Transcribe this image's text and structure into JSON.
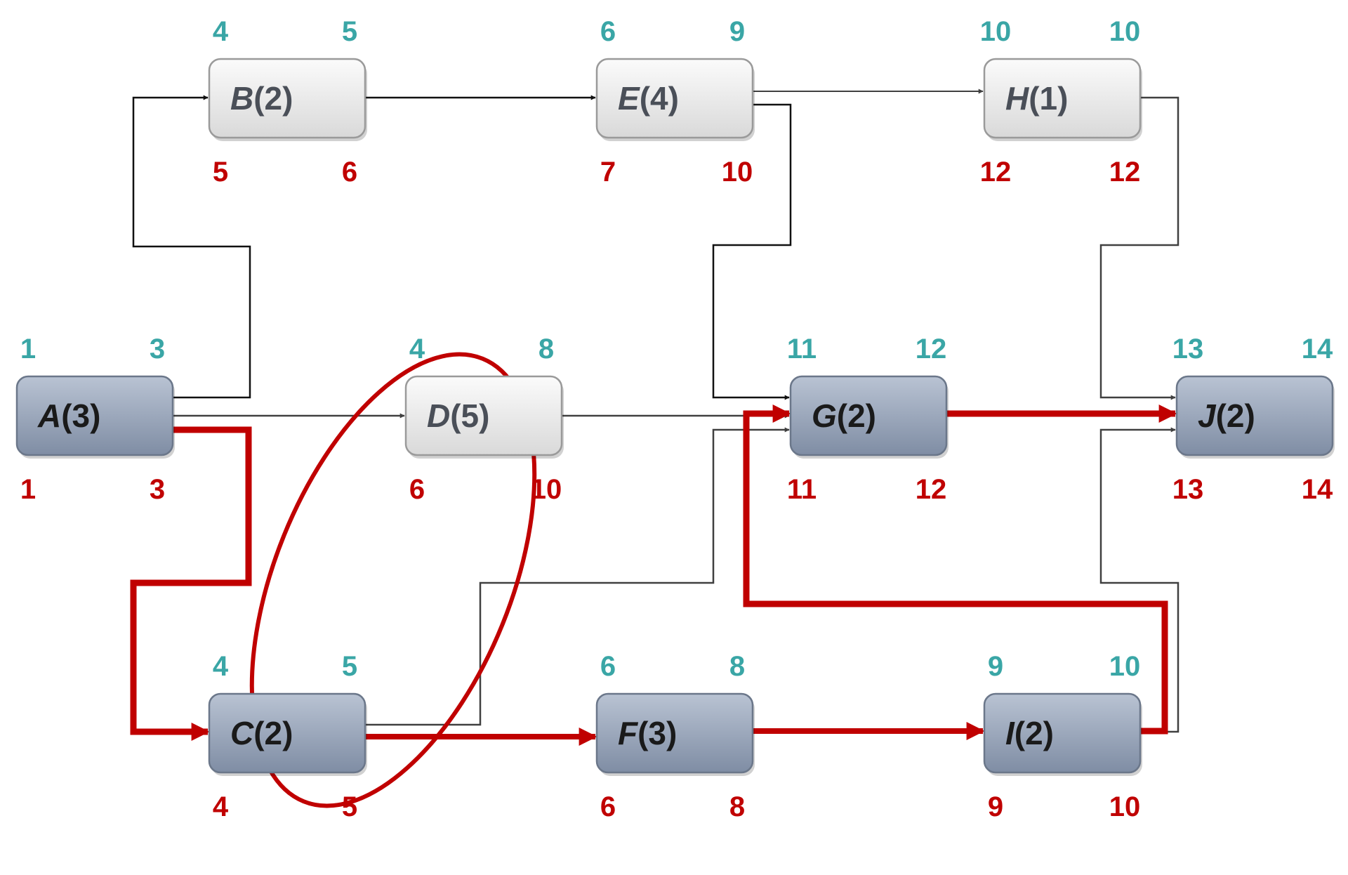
{
  "colors": {
    "early": "#3aa6a6",
    "late": "#c00000",
    "critical": "#c00000",
    "link": "#404040",
    "critical_fill_top": "#b9c3d3",
    "critical_fill_bottom": "#7f8da4",
    "normal_fill_top": "#fbfbfb",
    "normal_fill_bottom": "#d9d9d9"
  },
  "nodes": [
    {
      "id": "A",
      "label": "A",
      "duration": "(3)",
      "es": "1",
      "ef": "3",
      "ls": "1",
      "lf": "3",
      "critical": true
    },
    {
      "id": "B",
      "label": "B",
      "duration": "(2)",
      "es": "4",
      "ef": "5",
      "ls": "5",
      "lf": "6",
      "critical": false
    },
    {
      "id": "C",
      "label": "C",
      "duration": "(2)",
      "es": "4",
      "ef": "5",
      "ls": "4",
      "lf": "5",
      "critical": true
    },
    {
      "id": "D",
      "label": "D",
      "duration": "(5)",
      "es": "4",
      "ef": "8",
      "ls": "6",
      "lf": "10",
      "critical": false
    },
    {
      "id": "E",
      "label": "E",
      "duration": "(4)",
      "es": "6",
      "ef": "9",
      "ls": "7",
      "lf": "10",
      "critical": false
    },
    {
      "id": "F",
      "label": "F",
      "duration": "(3)",
      "es": "6",
      "ef": "8",
      "ls": "6",
      "lf": "8",
      "critical": true
    },
    {
      "id": "G",
      "label": "G",
      "duration": "(2)",
      "es": "11",
      "ef": "12",
      "ls": "11",
      "lf": "12",
      "critical": true
    },
    {
      "id": "H",
      "label": "H",
      "duration": "(1)",
      "es": "10",
      "ef": "10",
      "ls": "12",
      "lf": "12",
      "critical": false
    },
    {
      "id": "I",
      "label": "I",
      "duration": "(2)",
      "es": "9",
      "ef": "10",
      "ls": "9",
      "lf": "10",
      "critical": true
    },
    {
      "id": "J",
      "label": "J",
      "duration": "(2)",
      "es": "13",
      "ef": "14",
      "ls": "13",
      "lf": "14",
      "critical": true
    }
  ],
  "edges": [
    {
      "from": "A",
      "to": "B",
      "critical": false
    },
    {
      "from": "A",
      "to": "D",
      "critical": false
    },
    {
      "from": "A",
      "to": "C",
      "critical": true
    },
    {
      "from": "B",
      "to": "E",
      "critical": false
    },
    {
      "from": "E",
      "to": "H",
      "critical": false
    },
    {
      "from": "E",
      "to": "G",
      "critical": false
    },
    {
      "from": "D",
      "to": "G",
      "critical": false
    },
    {
      "from": "C",
      "to": "F",
      "critical": true
    },
    {
      "from": "C",
      "to": "G",
      "critical": false
    },
    {
      "from": "F",
      "to": "I",
      "critical": true
    },
    {
      "from": "I",
      "to": "G",
      "critical": true
    },
    {
      "from": "G",
      "to": "J",
      "critical": true
    },
    {
      "from": "H",
      "to": "J",
      "critical": false
    },
    {
      "from": "I",
      "to": "J",
      "critical": false
    }
  ],
  "highlight": {
    "encircled": [
      "C",
      "D"
    ]
  }
}
